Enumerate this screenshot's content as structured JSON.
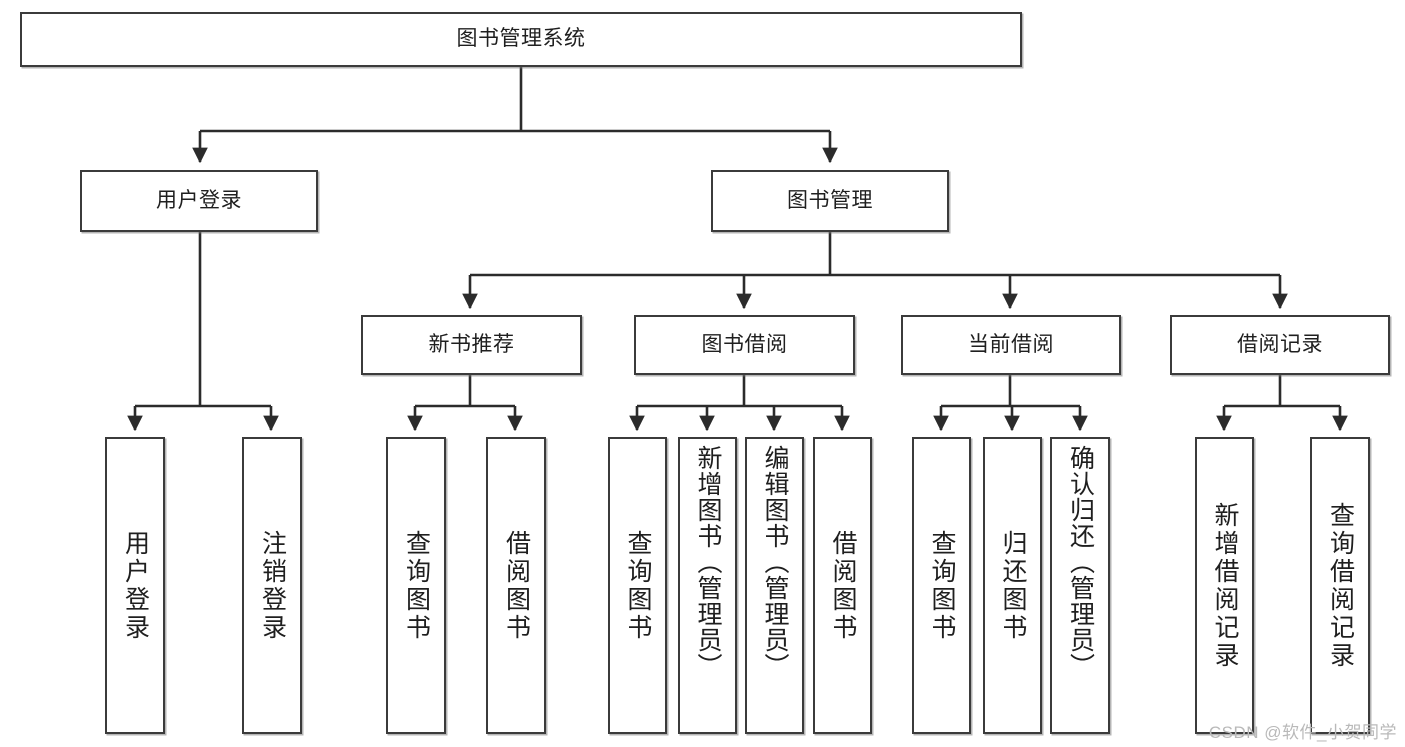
{
  "diagram": {
    "type": "tree",
    "title": "图书管理系统",
    "watermark": "CSDN @软件_小贺同学",
    "colors": {
      "box_border": "#3b3b3b",
      "box_fill": "#ffffff",
      "edge": "#2b2b2b",
      "text": "#1f1f1f",
      "watermark": "#b9b9b9"
    },
    "nodes": {
      "root": {
        "label": "图书管理系统"
      },
      "level2": [
        {
          "label": "用户登录"
        },
        {
          "label": "图书管理"
        }
      ],
      "level3": [
        {
          "label": "新书推荐"
        },
        {
          "label": "图书借阅"
        },
        {
          "label": "当前借阅"
        },
        {
          "label": "借阅记录"
        }
      ],
      "leaves": {
        "user_login": [
          {
            "label": "用户登录"
          },
          {
            "label": "注销登录"
          }
        ],
        "new_book": [
          {
            "label": "查询图书"
          },
          {
            "label": "借阅图书"
          }
        ],
        "book_borrow": [
          {
            "label": "查询图书"
          },
          {
            "label": "新增图书（管理员）"
          },
          {
            "label": "编辑图书（管理员）"
          },
          {
            "label": "借阅图书"
          }
        ],
        "current_borrow": [
          {
            "label": "查询图书"
          },
          {
            "label": "归还图书"
          },
          {
            "label": "确认归还（管理员）"
          }
        ],
        "borrow_record": [
          {
            "label": "新增借阅记录"
          },
          {
            "label": "查询借阅记录"
          }
        ]
      }
    }
  }
}
